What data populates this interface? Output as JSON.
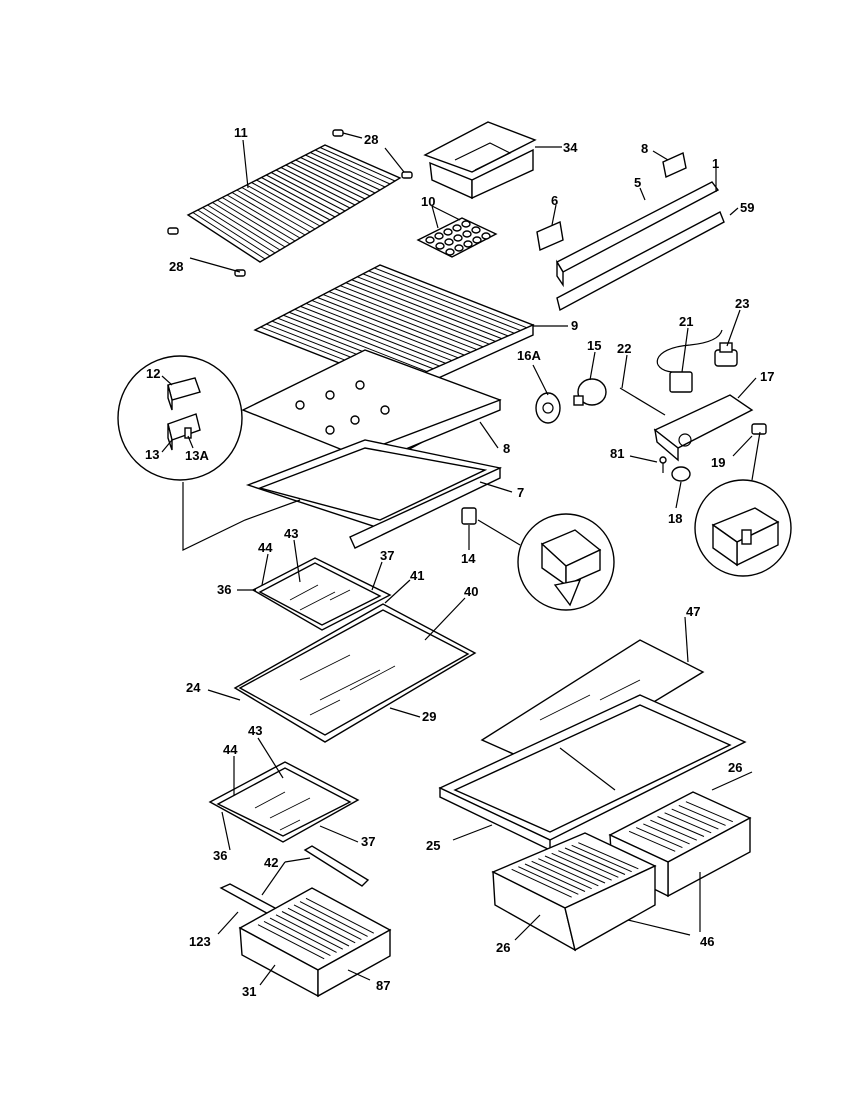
{
  "diagram": {
    "type": "exploded parts diagram",
    "callouts": [
      "11",
      "28",
      "34",
      "8",
      "1",
      "5",
      "59",
      "6",
      "10",
      "28",
      "9",
      "23",
      "21",
      "15",
      "16A",
      "22",
      "17",
      "12",
      "13",
      "13A",
      "8",
      "81",
      "19",
      "7",
      "18",
      "14",
      "44",
      "43",
      "37",
      "36",
      "41",
      "40",
      "47",
      "24",
      "29",
      "26",
      "43",
      "44",
      "37",
      "36",
      "25",
      "42",
      "123",
      "26",
      "46",
      "31",
      "87"
    ]
  }
}
